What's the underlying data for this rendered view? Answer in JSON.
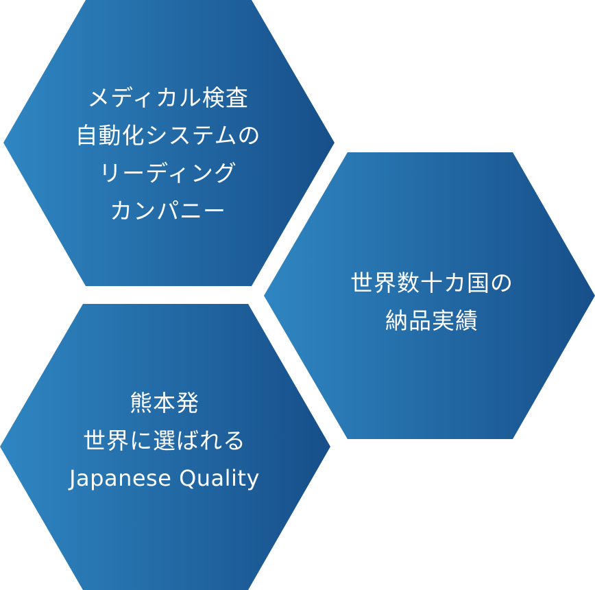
{
  "colors": {
    "hex_gradient_start": "#2f86c2",
    "hex_gradient_end": "#174f8a",
    "text": "#ffffff",
    "background": "#ffffff"
  },
  "hexagons": [
    {
      "lines": [
        "メディカル検査",
        "自動化システムの",
        "リーディング",
        "カンパニー"
      ]
    },
    {
      "lines": [
        "世界数十カ国の",
        "納品実績"
      ]
    },
    {
      "lines": [
        "熊本発",
        "世界に選ばれる",
        "Japanese Quality"
      ]
    }
  ]
}
